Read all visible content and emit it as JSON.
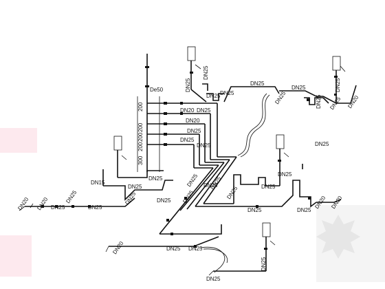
{
  "drawing": {
    "main_riser_label": "De50",
    "vertical_spacing_labels": [
      "200",
      "200",
      "200",
      "200",
      "300"
    ],
    "pipe_size_labels": [
      "DN25",
      "DN25",
      "DN25",
      "DN25",
      "DN25",
      "DN25",
      "DN25",
      "DN25",
      "DN25",
      "DN20",
      "DN25",
      "DN25",
      "DN20",
      "DN20",
      "DN25",
      "DN25",
      "DN15",
      "DN25",
      "DN25",
      "DN20",
      "DN20",
      "DN25",
      "DN25",
      "DN25",
      "DN25",
      "DN25",
      "DN25",
      "DN25",
      "DN25",
      "DN25",
      "DN25",
      "DN25",
      "DN20",
      "DN25",
      "DN25",
      "DN25",
      "DN25",
      "DN20",
      "DN25",
      "DN20",
      "DN25",
      "DN25",
      "DN25",
      "DN25"
    ]
  },
  "colors": {
    "line": "#111111",
    "background": "#ffffff",
    "watermark_pink": "#fde9ee",
    "watermark_gray": "#e8e8e8"
  }
}
